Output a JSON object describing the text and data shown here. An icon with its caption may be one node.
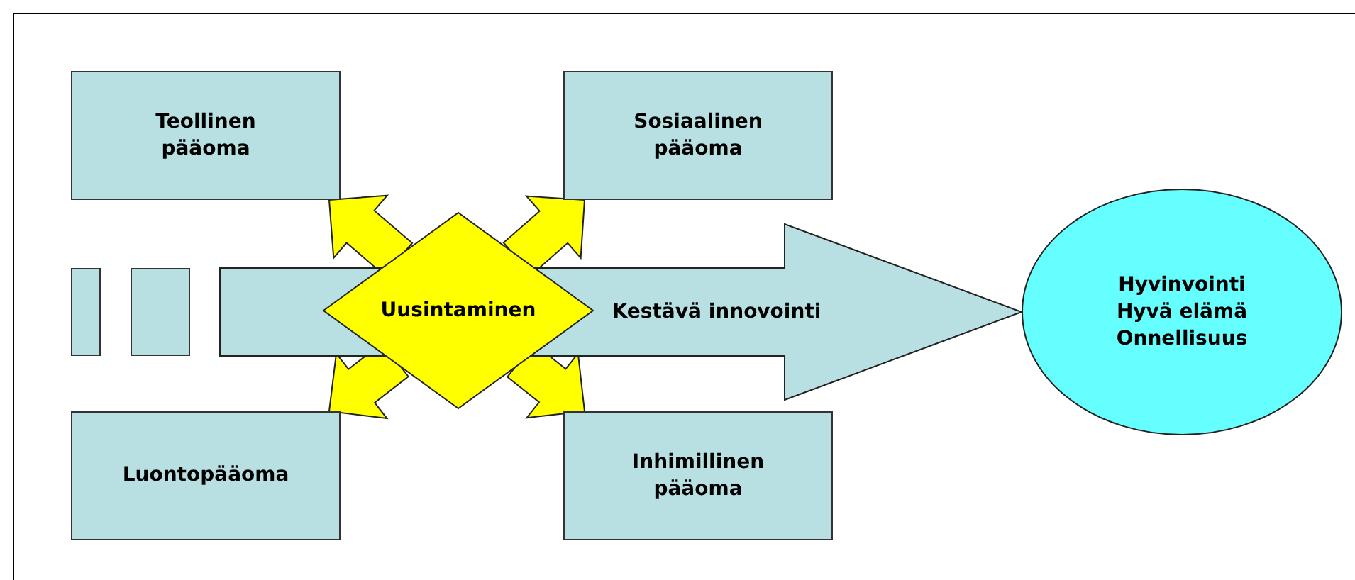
{
  "diagram": {
    "nodes": [
      {
        "text": [
          "Teollinen pääoma"
        ]
      },
      {
        "text": [
          "Sosiaalinen pääoma"
        ]
      },
      {
        "text": [],
        "shape": "bar"
      },
      {
        "text": [],
        "shape": "bar"
      },
      {
        "text": [
          "Uusintaminen"
        ]
      },
      {
        "text": [
          "Hyvinvointi",
          "Hyvä elämä",
          "Onnellisuus"
        ]
      },
      {
        "text": [
          "Luontopääoma"
        ]
      },
      {
        "text": [
          "Inhimillinen pääoma"
        ]
      }
    ],
    "edges": [
      {
        "from": 4,
        "to": 0,
        "arrow": "to",
        "style": "thick"
      },
      {
        "from": 4,
        "to": 1,
        "arrow": "to",
        "style": "thick"
      },
      {
        "from": 4,
        "to": 6,
        "arrow": "to",
        "style": "thick"
      },
      {
        "from": 4,
        "to": 7,
        "arrow": "to",
        "style": "thick"
      },
      {
        "from": null,
        "to": 5,
        "arrow": "to",
        "style": "thick",
        "label": "Kestävä innovointi",
        "color": "#b8dfe2"
      }
    ]
  }
}
